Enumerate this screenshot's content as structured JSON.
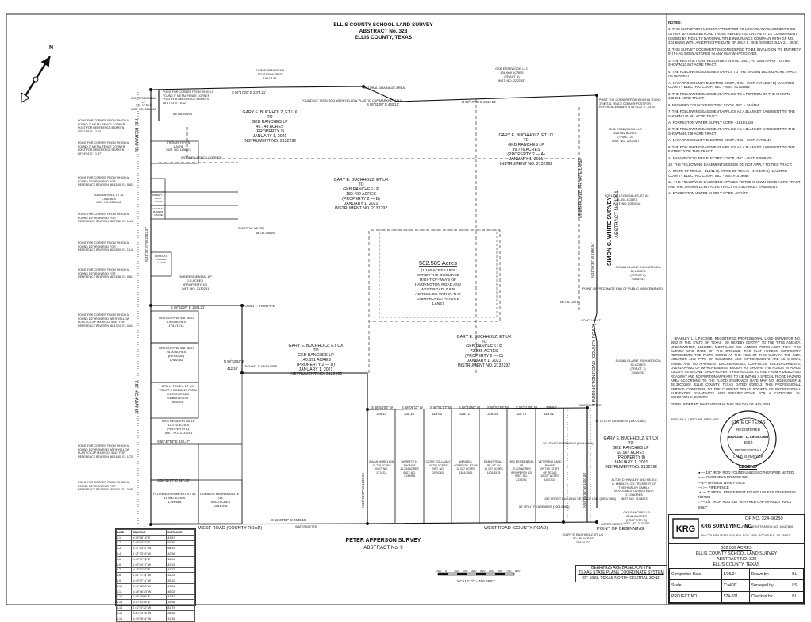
{
  "header": {
    "survey_title": "ELLIS COUNTY SCHOOL LAND SURVEY",
    "abstract": "ABSTRACT No. 328",
    "county": "ELLIS COUNTY, TEXAS"
  },
  "parcels": {
    "main_total": {
      "acres": "502.589 Acres",
      "line1": "(1.166 ACRES LIES",
      "line2": "WITHIN THE OCCUPIED",
      "line3": "RIGHT-OF-WAYS OF",
      "line4": "HARRINGTON ROAD AND",
      "line5": "WEST ROAD, 0.639",
      "line6": "ACRES LIES WITHIN THE",
      "line7": "UNIMPROVED PRIVATE",
      "line8": "LANE)"
    },
    "p17": {
      "l1": "GARY E. BUCHHOLZ, ET UX",
      "l2": "TO",
      "l3": "GKB RANCHES LP",
      "l4": "45.748 ACRES",
      "l5": "(PROPERTY 1)",
      "l6": "JANUARY 1, 2021",
      "l7": "INSTRUMENT NO. 2132292"
    },
    "p2b": {
      "l1": "GARY E. BUCHHOLZ, ET UX",
      "l2": "TO",
      "l3": "GKB RANCHES LP",
      "l4": "182.402 ACRES",
      "l5": "(PROPERTY 2 — B)",
      "l6": "JANUARY 1, 2021",
      "l7": "INSTRUMENT NO. 2132292"
    },
    "p2a": {
      "l1": "GARY E. BUCHHOLZ, ET UX",
      "l2": "TO",
      "l3": "GKB RANCHES LP",
      "l4": "39.726 ACRES",
      "l5": "(PROPERTY 2 — A)",
      "l6": "JANUARY 1, 2021",
      "l7": "INSTRUMENT NO. 2132292"
    },
    "p2d": {
      "l1": "GARY E. BUCHHOLZ, ET UX",
      "l2": "TO",
      "l3": "GKB RANCHES LP",
      "l4": "140.691 ACRES",
      "l5": "(PROPERTY 2 — D)",
      "l6": "JANUARY 1, 2021",
      "l7": "INSTRUMENT NO. 2132292"
    },
    "p2c": {
      "l1": "GARY E. BUCHHOLZ, ET UX",
      "l2": "TO",
      "l3": "GKB RANCHES LP",
      "l4": "72.835 ACRES",
      "l5": "(PROPERTY 2 — C)",
      "l6": "JANUARY 1, 2021",
      "l7": "INSTRUMENT NO. 2132292"
    },
    "p8": {
      "l1": "GARY E. BUCHHOLZ, ET UX",
      "l2": "TO",
      "l3": "GKB RANCHES LP",
      "l4": "10.967 ACRES",
      "l5": "(PROPERTY 8)",
      "l6": "JANUARY 1, 2021",
      "l7": "INSTRUMENT NO. 2132292"
    }
  },
  "road_labels": {
    "west_road_left": "WEST ROAD (COUNTY ROAD)",
    "west_road_right": "WEST ROAD (COUNTY ROAD)",
    "harrington": "HARRINGTON ROAD (COUNTY ROAD)",
    "private_lane": "UNIMPROVED PRIVATE LANE",
    "fm_hwy_upper": "F.M. HIGHWAY 55",
    "fm_hwy_lower": "F.M. HIGHWAY 55",
    "simon_white": "SIMON C. WHITE SURVEY",
    "simon_abstract": "ABSTRACT No. 1201",
    "peter_apperson": "PETER APPERSON SURVEY",
    "peter_abstract": "ABSTRACT No. 9",
    "point_beginning": "POINT OF BEGINNING",
    "natural_drainage": "NATURAL DRAINAGE AREA",
    "lane_end": "POINT (APPROXIMATE END OF PUBLIC MAINTENANCE)"
  },
  "adjoiners": {
    "a1": "FINNIS BENDAYAN\n171.6730 ACRES\n1957/135",
    "a2": "GKB ESSEWOOD LLC\n108.609 ACRES\n(TRACT 1)\nINST. NO. 2202337",
    "a3": "GKB ESSEWOOD LLC\n420.642 ACRES\n(TRACT 2)\nINST. NO. 2202337",
    "a4": "JOEL DE LEON-SALAS, ET AL\n41.651 ACRES\nINST. NO. 2232618",
    "a5": "SUSAN ELAINE RICHARDSON\n50 ACRES\n(TRACT 2)\n2186/233",
    "a6": "SUSAN ELAINE RICHARDSON\n50 ACRES\n(TRACT 1)\n2186/233",
    "a7": "GKB RESIDENTIAL LP\n1.3 ACRES\n(PROPERTY 10)\nINST. NO. 2132291",
    "a8": "GREGORY W. WATSKO\n8.993 ACRES\n1741/1213",
    "a9": "GREGORY W. WATSKO\n25.00 ACRES\n(RESIDUE)\n1768/352",
    "a10": "BEN L. TONEY, ET UX\nTRACT 3 ROBBINS FARM\nUNRECORDED\nSUBDIVISION\n965/518",
    "a11": "GKB RESIDENTIAL LP\n10.276 ACRES\n(PROPERTY 11)\nINST. NO. 2132291",
    "a12": "FLORENCE ROMERO, ET AL\n10.000 ACRES\n1794/688",
    "a13": "ODRIDOS HERNANDEZ, ET UX\n5.000 ACRES\n2081/316",
    "a14": "ALTON D. HINSLEY AND HELEN\nG. HINSLEY, CO-TRUSTEES OF\nTHE HINSLEY FAMILY\nREVOCABLE LIVING TRUST\n21.0 ACRES\nINST. NO. 2108223",
    "a15": "GKB RANCHES LP\n53.810 ACRES\n(PROPERTY 9)\nINST. NO. 2132292",
    "a16": "GARY E. BUCHHOLZ, ET UX\n80.489 ACRES\n2162/1322",
    "a17": "GKB RESIDENTIAL LP\n2.51 ACRES\nINST. NO. 2230461"
  },
  "lot_strip": [
    {
      "name": "ISAIAH MORELAND\n10.228 ACRES\nINST. NO.\n2174211",
      "w": "329.14'"
    },
    {
      "name": "GARRETT H. THOMAS\n10.234 ACRES\nINST. NO.\n2138058",
      "w": "330.18'"
    },
    {
      "name": "CATHY GOLLADAY\n10.232 ACRES\nINST. NO.\n2074763",
      "w": "329.63'"
    },
    {
      "name": "WENDELL COMPTON, ET UX\n10.227 ACRES\n1841/1505",
      "w": "329.72'"
    },
    {
      "name": "DANNY TRULL\nJR., ET UX\n10.227 ACRES\n1901/1578",
      "w": "329.64'"
    },
    {
      "name": "GKB RESIDENTIAL LP\n10.229 ACRES\n(PROPERTY 12)\nINST. NO.\n2132291",
      "w": "329.74'"
    },
    {
      "name": "VETERANS LAND BOARD\nOF THE STATE\nOF TEXAS\n10.227 ACRES\n1987/815",
      "w": "329.81'"
    }
  ],
  "notes": {
    "title": "NOTES:",
    "items": [
      "1. THIS SURVEYOR HAS NOT ATTEMPTED TO LOCATE ANY EASEMENTS OR OTHER MATTERS BEYOND THOSE REFLECTED ON THE TITLE COMMITMENT ISSUED BY FIDELITY NATIONAL TITLE INSURANCE COMPANY WITH GF NO. 224-60250 WITH AN EFFECTIVE DATE OF JULY 8, 2025 (ISSUED JULY 21, 2025).",
      "2. THIS SURVEY DOCUMENT IS CONSIDERED TO BE INVALID ON ITS ENTIRETY IF IT HAS BEEN ALTERED IN ANY WAY WHATSOEVER.",
      "3. THE RESTRICTIONS RECORDED IN VOL. 1901, PG 1554 APPLY TO THE SHOWN 10.967 ACRE TRACT.",
      "4. THE FOLLOWING EASEMENT APPLY TO THE SHOWN 182.402 ACRE TRACT AS BLANKET:",
      "A) NAVARRO COUNTY ELECTRIC COOP., INC. - INST. #1714867  B) NAVARRO COUNTY ELECTRIC COOP., INC. - INST. #1714862",
      "5. THE FOLLOWING EASEMENT APPLIES TO A PORTION OF THE SHOWN 140.691 ACRE TRACT:",
      "6. NAVARRO COUNTY ELECTRIC COOP., INC. - 344/464",
      "7. THE FOLLOWING EASEMENT APPLIES AS A BLANKET EASEMENT TO THE SHOWN 140.691 ACRE TRACT.",
      "A) FORRESTON WATER SUPPLY CORP. - 1815/1624",
      "8. THE FOLLOWING EASEMENT APPLIES AS A BLANKET EASEMENT TO THE SHOWN 45.748 ACRE TRACT.",
      "A) NAVARRO COUNTY ELECTRIC COOP., INC. - INST. #1735117",
      "9. THE FOLLOWING EASEMENT APPLIES AS A BLANKET EASEMENT TO THE ENTIRETY OF THIS TRACT.",
      "A) NAVARRO COUNTY ELECTRIC COOP., INC. - INST. #2008475",
      "10. THE FOLLOWING EASEMENTS/DEEDS DO NOT APPLY TO THIS TRACT:",
      "A) STATE OF TEXAS - 413/11  B) STATE OF TEXAS - 417/170  C) NAVARRO COUNTY ELECTRIC COOP., INC. - INST.#1419668",
      "11. THE FOLLOWING EASEMENT APPLIES TO THE SHOWN 72.835 ACRE TRACT AND THE SHOWN 10.967 ACRE TRACT AS A BLANKET EASEMENT:",
      "A) FORRESTON WATER SUPPLY CORP. - 832/77"
    ]
  },
  "certification": {
    "text": "I, BRADLEY L. LIPSCOMB, REGISTERED PROFESSIONAL LAND SURVEYOR NO. 5952 IN THE STATE OF TEXAS, DO HEREBY CERTIFY TO THE TITLE AGENCY, UNDERWRITER, LENDER, MORTGAGE CO. AND/OR PURCHASER THAT THIS SURVEY WAS MADE ON THE GROUND, THIS PLAT HEREON CORRECTLY REPRESENTS THE FACTS FOUND AT THE TIME OF THIS SURVEY. THE SIZE, LOCATION AND TYPE OF BUILDINGS AND IMPROVEMENTS ARE AS SHOWN, THERE ARE NO APPARENT DISCREPANCIES, CONFLICTS, ENCROACHMENTS, OVERLAPPING OF IMPROVEMENTS, EXCEPT AS SHOWN. THE ROADS IN PLACE EXCEPT AS SHOWN. SAID PROPERTY HAS ACCESS TO AND FROM A DEDICATED ROADWAY AND NO PORTION APPEARS TO LIE WITHIN A SPECIAL FLOOD HAZARD AREA ACCORDING TO THE FLOOD INSURANCE RATE MAP NO. 48139C0325F & 48139C0350F, ELLIS COUNTY, TEXAS DATED 6/3/2013. THIS PROFESSIONAL SERVICE CONFORMS TO THE CURRENT TEXAS SOCIETY OF PROFESSIONAL SURVEYORS STANDARDS AND SPECIFICATIONS FOR A CATEGORY 1A, CONDITION III, SURVEY.",
    "signed": "GIVEN UNDER MY HAND AND SEAL THIS 29th DAY OF MAY, 2024.",
    "sig_name": "BRADLEY L. LIPSCOMB, RPLS 5952",
    "seal_lines": [
      "STATE OF TEXAS",
      "REGISTERED",
      "BRADLEY L. LIPSCOMB",
      "5952",
      "PROFESSIONAL",
      "LAND SURVEYOR"
    ]
  },
  "legend": {
    "title": "LEGEND",
    "items": [
      "● — 1/2\" IRON ROD FOUND UNLESS OTHERWISE NOTED",
      "—— OVERHEAD POWERLINE",
      "—x— BARBED WIRE FENCE",
      "—□— PIPE FENCE",
      "▲ — 2\" METAL FENCE POST FOUND UNLESS OTHERWISE NOTED",
      "○ — 1/2\" IRON ROD SET WITH RED CAP MARKED \"RPLS 5952\""
    ]
  },
  "firm": {
    "name": "KRG SURVEYING, INC.",
    "of_no": "OF NO. 224-60250",
    "registration": "FIRM REGISTRATION NO. 10027800",
    "address": "508 COUNTY ROAD 523, P.O. BOX 1489, ROCKDALE, TX 76567"
  },
  "acre_box": {
    "l1": "502.589 ACRES",
    "l2": "ELLIS COUNTY SCHOOL LAND SURVEY",
    "l3": "ABSTRACT NO. 328",
    "l4": "ELLIS COUNTY, TEXAS"
  },
  "info_table": {
    "completion_label": "Completion Date:",
    "completion": "5/29/24",
    "drawn_label": "Drawn by:",
    "drawn": "BL",
    "scale_label": "Scale:",
    "scale": "1\"=400'",
    "surveyed_label": "Surveyed by:",
    "surveyed": "LS",
    "project_label": "PROJECT NO.",
    "project": "524-201",
    "checked_label": "Checked by:",
    "checked": "BL"
  },
  "scale": {
    "caption": "SCALE: 1\" = 400 FEET",
    "ticks": [
      "200",
      "0",
      "100",
      "200",
      "300",
      "400",
      "500",
      "600",
      "700",
      "800"
    ]
  },
  "bearings_note": {
    "l1": "BEARINGS ARE BASED ON THE",
    "l2": "TEXAS STATE PLANE COORDINATE SYSTEM",
    "l3": "OF 1983, TEXAS NORTH CENTRAL ZONE"
  },
  "line_table": {
    "headers": [
      "LINE",
      "BEARING",
      "DISTANCE"
    ],
    "rows": [
      [
        "L1",
        "N 39°48'14\" E",
        "43.87'"
      ],
      [
        "L2",
        "S 49°53'42\" E",
        "53.50'"
      ],
      [
        "L3",
        "N 37°43'47\" W",
        "58.42'"
      ],
      [
        "L4",
        "S 42°23'19\" W",
        "42.96'"
      ],
      [
        "L5",
        "N 40°37'25\" E",
        "48.04'"
      ],
      [
        "L6",
        "S 40°44'17\" W",
        "43.19'"
      ],
      [
        "L7",
        "N 43°47'57\" E",
        "43.27'"
      ],
      [
        "L8",
        "S 45°27'14\" W",
        "32.23'"
      ],
      [
        "L9",
        "N 49°47'11\" W",
        "39.10'"
      ],
      [
        "L10",
        "S 41°40'20\" W",
        "47.84'"
      ],
      [
        "L11",
        "N 48°56'43\" W",
        "46.03'"
      ],
      [
        "L12",
        "S 48°53'06\" E",
        "42.87'"
      ],
      [
        "L13",
        "N 40°53'59\" E",
        "39.58'"
      ],
      [
        "L14",
        "S 41°07'32\" W",
        "81.79'"
      ],
      [
        "L15",
        "N 50°14'16\" W",
        "28.55'"
      ],
      [
        "L16",
        "N 49°05'41\" W",
        "31.35'"
      ]
    ]
  },
  "bearings": {
    "top_left": "S 56°17'20\" E 2374.21'",
    "top_mid": "S 58°31'00\" E 433.12'",
    "top_right": "N 58°17'23\" E 2219.51'",
    "mid_left": "S 58°52'29\" E 1343.31'",
    "mid_small": "N 58°52'53\" E",
    "mid_small_dist": "412.10'",
    "bottom_road": "S 58°30'59\" W 2636.10'",
    "right_side": "N 31°55'35\" W 1996.54'",
    "lower_left_vert": "N 31°33'27\" W 1830.56'",
    "s58_a": "S 58°54'05\" W",
    "s58_b": "S 58°06'11\" W",
    "s58_c": "S 58°51'07\" W",
    "s58_d": "S 58°10'50\" W",
    "s58_e": "S 58°52'58\" W",
    "s58_f": "S 58°51'08\" W",
    "dist_a": "395.63'",
    "lower_right_a": "N 59°05'53\" W 1000.00'",
    "s58_left_lower": "S 58°47'56\" E 829.47'",
    "s58_left_lower2": "S 58°52'57\" E 827.53'",
    "left_vert_a": "N 31°36'10\" W 2082.37'"
  },
  "corner_notes": {
    "c1": "POINT FOR CORNER FROM WHICH A FOUND 3\" METAL FENCE CORNER POST FOR REFERENCE BEARS N 58°51'58\" E - 3.60'",
    "c2": "POINT FOR CORNER FROM WHICH A FOUND 2\" METAL FENCE CORNER POST FOR REFERENCE BEARS N 58°49'24\" E - 1.87'",
    "c3": "POINT FOR CORNER FROM WHICH A FOUND 1/2\" IRON ROD FOR REFERENCE BEARS N 58°42'49\" E - 0.62'",
    "c4": "POINT FOR CORNER FROM WHICH A FOUND 1/2\" IRON ROD FOR REFERENCE BEARS N 58°27'32\" E - 1.44'",
    "c5": "POINT FOR CORNER FROM WHICH A FOUND 1/2\" IRON ROD FOR REFERENCE BEARS N 58°22'09\" E - 1.14'",
    "c6": "POINT FOR CORNER FROM WHICH A FOUND 1/2\" IRON ROD FOR REFERENCE BEARS N 58°01'38\" E - 0.61'",
    "c7": "POINT FOR CORNER FROM WHICH A FOUND 1/2\" IRON ROD WITH YELLOW PLASTIC CAP MARKED \"4444\" FOR REFERENCE BEARS N 58°47'24\" E - 0.41'",
    "c8": "POINT FOR CORNER FROM WHICH A FOUND 1/2\" IRON ROD WITH YELLOW PLASTIC CAP MARKED \"4444\" FOR REFERENCE BEARS N 58°51'40\" E - 1.73'",
    "c9": "POINT FOR CORNER FROM WHICH A FOUND 1/2\" IRON ROD FOR REFERENCE BEARS S 58°03'41\" E - 2.45'",
    "c10": "POINT FOR CORNER FROM WHICH A FOUND 3\" METAL FENCE CORNER POST FOR REFERENCE BEARS S 58°17'23\" E - 6.62'",
    "c11": "POINT FOR CORNER FROM WHICH A FOUND 3\" METAL FENCE CORNER POST FOR REFERENCE BEARS N 58°53'22\" E - 28.53'"
  },
  "misc": {
    "found_rod": "FOUND 1/2\" IRON ROD WITH YELLOW PLASTIC CAP MARKED \"4444\"",
    "found_pipe": "FOUND 1\" IRON PIPE",
    "found_pipe2": "FOUND 1\" IRON PIPE",
    "wooden_fence": "WOODEN FENCE CORNER",
    "thomas_heyen": "THOMAS HEYEN\n1 ACRE\nINST. NO. 1838574",
    "juan_arriola": "JUAN ARRIOLA, ET AL\n1.5 ACRES\nINST. NO. 2230646",
    "robert_l": "ROBERT L. HUNT\n1 ACRE",
    "charles": "CHARLES B. WEST\n1 ACRE",
    "patricia": "PATRICIA D. RODGERS\n1 ACRE",
    "metal_barn": "METAL BARN",
    "metal_barn2": "METAL BARN",
    "electric_meter": "ELECTRIC METER",
    "utility": "10' UTILITY EASEMENT (1901/1564)",
    "utility2": "50' UTILITY EASEMENT (1901/1564)",
    "utility3": "10' UTILITY EASEMENT (1901/1564)",
    "setback": "150' FRONT BUILDING SETBACK LINE (1901/1565)",
    "water_meter": "WATER METER",
    "water_meter2": "WATER METER",
    "water_meter3": "WATER METER",
    "conc_vault": "CONC. VAULT",
    "metal_gate": "METAL GATE",
    "north_n": "N"
  }
}
